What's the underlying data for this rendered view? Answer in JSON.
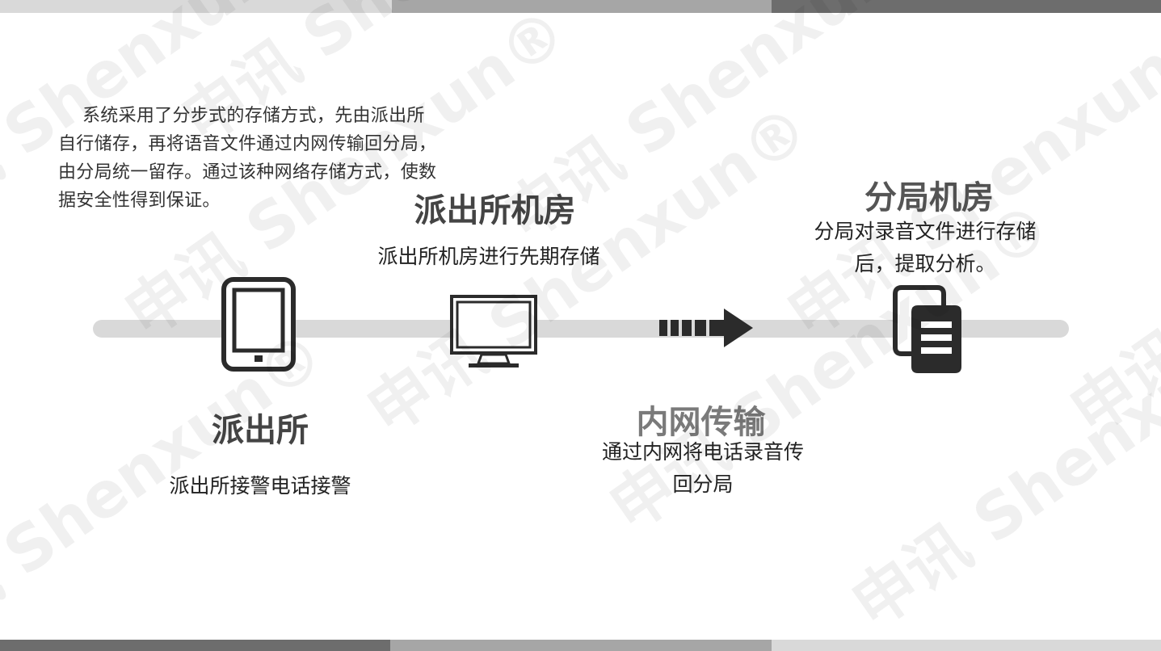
{
  "intro_text": "系统采用了分步式的存储方式，先由派出所自行储存，再将语音文件通过内网传输回分局，由分局统一留存。通过该种网络存储方式，使数据安全性得到保证。",
  "watermark": {
    "text": "Shenxun",
    "cn_text": "申讯",
    "mark": "®"
  },
  "steps": [
    {
      "title": "派出所",
      "description": "派出所接警电话接警",
      "icon": "tablet-icon"
    },
    {
      "title": "派出所机房",
      "description": "派出所机房进行先期存储",
      "icon": "monitor-icon"
    },
    {
      "title": "内网传输",
      "description_line1": "通过内网将电话录音传",
      "description_line2": "回分局",
      "icon": "arrow-right-icon"
    },
    {
      "title": "分局机房",
      "description_line1": "分局对录音文件进行存储",
      "description_line2": "后，提取分析。",
      "icon": "documents-icon"
    }
  ],
  "colors": {
    "timeline": "#d9d9d9",
    "icon": "#2b2b2b",
    "bar_light": "#d9d9d9",
    "bar_mid": "#a6a6a6",
    "bar_dark": "#6d6d6d"
  }
}
